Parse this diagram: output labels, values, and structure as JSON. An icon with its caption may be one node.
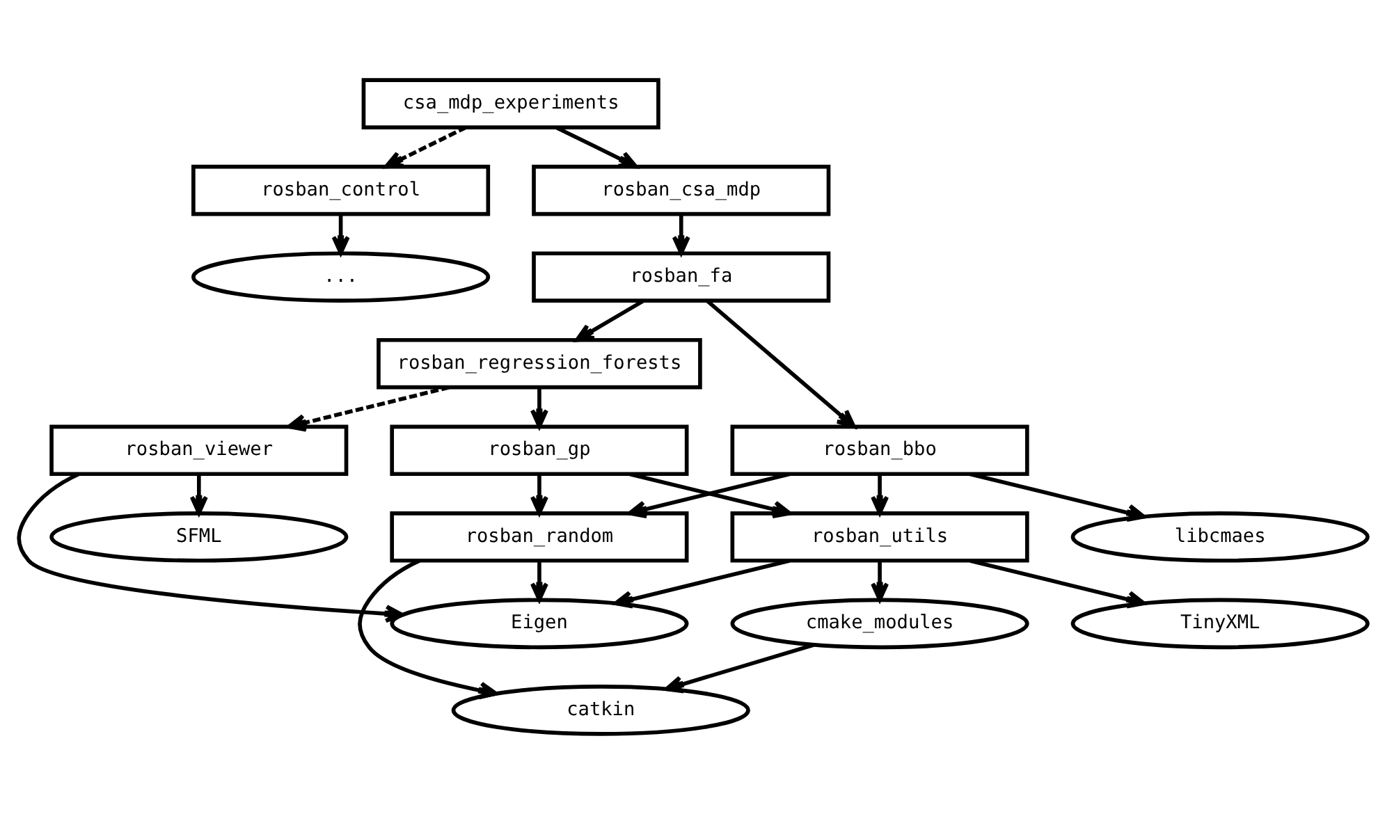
{
  "diagram": {
    "nodes": [
      {
        "text": [
          "csa_mdp_experiments"
        ]
      },
      {
        "text": [
          "rosban_control"
        ]
      },
      {
        "text": [
          "rosban_csa_mdp"
        ]
      },
      {
        "text": [
          "..."
        ]
      },
      {
        "text": [
          "rosban_fa"
        ]
      },
      {
        "text": [
          "SFML"
        ]
      },
      {
        "text": [
          "libcmaes"
        ]
      },
      {
        "text": [
          "rosban_regression_forests"
        ]
      },
      {
        "text": [
          "rosban_viewer"
        ]
      },
      {
        "text": [
          "rosban_bbo"
        ]
      },
      {
        "text": [
          "rosban_gp"
        ]
      },
      {
        "text": [
          "Eigen"
        ]
      },
      {
        "text": [
          "rosban_utils"
        ]
      },
      {
        "text": [
          "cmake_modules"
        ]
      },
      {
        "text": [
          "rosban_random"
        ]
      },
      {
        "text": [
          "TinyXML"
        ]
      },
      {
        "text": [
          "catkin"
        ]
      }
    ],
    "edges": [
      {
        "from": 0,
        "to": 1,
        "arrow": "to",
        "style": "dashed"
      },
      {
        "from": 0,
        "to": 2,
        "arrow": "to"
      },
      {
        "from": 1,
        "to": 3,
        "arrow": "to"
      },
      {
        "from": 2,
        "to": 4,
        "arrow": "to"
      },
      {
        "from": 4,
        "to": 7,
        "arrow": "to"
      },
      {
        "from": 4,
        "to": 9,
        "arrow": "to"
      },
      {
        "from": 7,
        "to": 8,
        "arrow": "to",
        "style": "dashed"
      },
      {
        "from": 7,
        "to": 10,
        "arrow": "to"
      },
      {
        "from": 8,
        "to": 5,
        "arrow": "to"
      },
      {
        "from": 8,
        "to": 11,
        "arrow": "to"
      },
      {
        "from": 9,
        "to": 6,
        "arrow": "to"
      },
      {
        "from": 9,
        "to": 12,
        "arrow": "to"
      },
      {
        "from": 9,
        "to": 14,
        "arrow": "to"
      },
      {
        "from": 10,
        "to": 12,
        "arrow": "to"
      },
      {
        "from": 10,
        "to": 14,
        "arrow": "to"
      },
      {
        "from": 12,
        "to": 11,
        "arrow": "to"
      },
      {
        "from": 12,
        "to": 13,
        "arrow": "to"
      },
      {
        "from": 12,
        "to": 15,
        "arrow": "to"
      },
      {
        "from": 14,
        "to": 11,
        "arrow": "to"
      },
      {
        "from": 14,
        "to": 16,
        "arrow": "to"
      },
      {
        "from": 13,
        "to": 16,
        "arrow": "to"
      }
    ]
  }
}
